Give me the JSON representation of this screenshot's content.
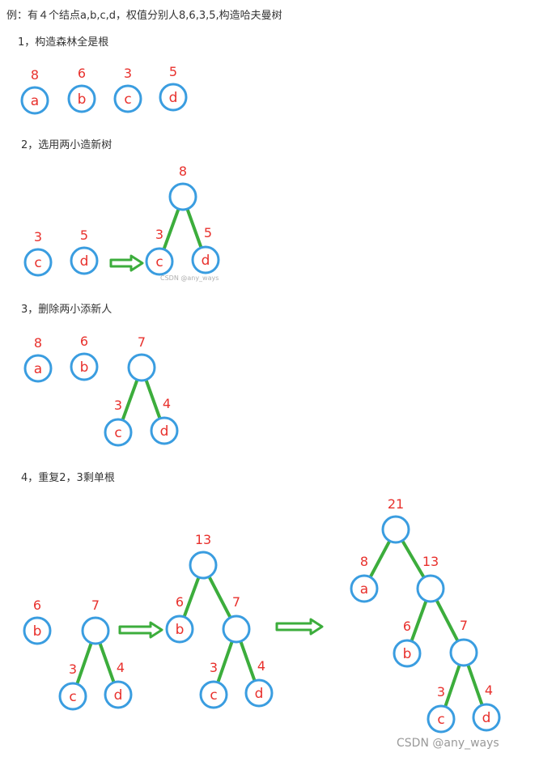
{
  "intro": "例：有４个结点a,b,c,d，权值分别人8,6,3,5,构造哈夫曼树",
  "steps": [
    "1，构造森林全是根",
    "2，选用两小造新树",
    "3，删除两小添新人",
    "4，重复2，3剩单根"
  ],
  "watermark_small": "CSDN @any_ways",
  "watermark": "CSDN @any_ways",
  "colors": {
    "node": "#3a9de0",
    "edge": "#3cad3c",
    "weight": "#e8302c",
    "label": "#e8302c",
    "text": "#333333",
    "watermark": "#999999"
  },
  "nodes": [
    {
      "id": "s1-a",
      "label": "a",
      "weight": "8"
    },
    {
      "id": "s1-b",
      "label": "b",
      "weight": "6"
    },
    {
      "id": "s1-c",
      "label": "c",
      "weight": "3"
    },
    {
      "id": "s1-d",
      "label": "d",
      "weight": "5"
    },
    {
      "id": "s2-c",
      "label": "c",
      "weight": "3"
    },
    {
      "id": "s2-d",
      "label": "d",
      "weight": "5"
    },
    {
      "id": "s2-root",
      "label": "",
      "weight": "8"
    },
    {
      "id": "s2-rc",
      "label": "c",
      "weight": "3"
    },
    {
      "id": "s2-rd",
      "label": "d",
      "weight": "5"
    },
    {
      "id": "s3-a",
      "label": "a",
      "weight": "8"
    },
    {
      "id": "s3-b",
      "label": "b",
      "weight": "6"
    },
    {
      "id": "s3-root",
      "label": "",
      "weight": "7"
    },
    {
      "id": "s3-c",
      "label": "c",
      "weight": "3"
    },
    {
      "id": "s3-d",
      "label": "d",
      "weight": "4"
    },
    {
      "id": "t1-b",
      "label": "b",
      "weight": "6"
    },
    {
      "id": "t1-root",
      "label": "",
      "weight": "7"
    },
    {
      "id": "t1-c",
      "label": "c",
      "weight": "3"
    },
    {
      "id": "t1-d",
      "label": "d",
      "weight": "4"
    },
    {
      "id": "t2-root",
      "label": "",
      "weight": "13"
    },
    {
      "id": "t2-b",
      "label": "b",
      "weight": "6"
    },
    {
      "id": "t2-n7",
      "label": "",
      "weight": "7"
    },
    {
      "id": "t2-c",
      "label": "c",
      "weight": "3"
    },
    {
      "id": "t2-d",
      "label": "d",
      "weight": "4"
    },
    {
      "id": "t3-root",
      "label": "",
      "weight": "21"
    },
    {
      "id": "t3-a",
      "label": "a",
      "weight": "8"
    },
    {
      "id": "t3-n13",
      "label": "",
      "weight": "13"
    },
    {
      "id": "t3-b",
      "label": "b",
      "weight": "6"
    },
    {
      "id": "t3-n7",
      "label": "",
      "weight": "7"
    },
    {
      "id": "t3-c",
      "label": "c",
      "weight": "3"
    },
    {
      "id": "t3-d",
      "label": "d",
      "weight": "4"
    }
  ],
  "edges": [
    {
      "from": "s2-root",
      "to": "s2-rc"
    },
    {
      "from": "s2-root",
      "to": "s2-rd"
    },
    {
      "from": "s3-root",
      "to": "s3-c"
    },
    {
      "from": "s3-root",
      "to": "s3-d"
    },
    {
      "from": "t1-root",
      "to": "t1-c"
    },
    {
      "from": "t1-root",
      "to": "t1-d"
    },
    {
      "from": "t2-root",
      "to": "t2-b"
    },
    {
      "from": "t2-root",
      "to": "t2-n7"
    },
    {
      "from": "t2-n7",
      "to": "t2-c"
    },
    {
      "from": "t2-n7",
      "to": "t2-d"
    },
    {
      "from": "t3-root",
      "to": "t3-a"
    },
    {
      "from": "t3-root",
      "to": "t3-n13"
    },
    {
      "from": "t3-n13",
      "to": "t3-b"
    },
    {
      "from": "t3-n13",
      "to": "t3-n7"
    },
    {
      "from": "t3-n7",
      "to": "t3-c"
    },
    {
      "from": "t3-n7",
      "to": "t3-d"
    }
  ],
  "arrows": [
    {
      "id": "arrow-step2"
    },
    {
      "id": "arrow-step4-first"
    },
    {
      "id": "arrow-step4-second"
    }
  ]
}
